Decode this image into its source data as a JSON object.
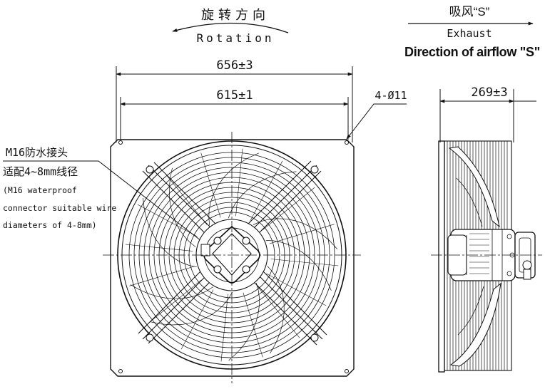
{
  "rotation": {
    "cn": "旋转方向",
    "en": "Rotation"
  },
  "airflow": {
    "cn": "吸风“S”",
    "exhaust": "Exhaust",
    "direction": "Direction of airflow \"S\""
  },
  "dimensions": {
    "overall_width": "656±3",
    "hole_spacing": "615±1",
    "mounting_holes": "4-Ø11",
    "depth": "269±3"
  },
  "connector": {
    "cn_line1": "M16防水接头",
    "cn_line2": "适配4~8mm线径",
    "en_line1": "(M16 waterproof",
    "en_line2": "connector suitable wire",
    "en_line3": "diameters of 4-8mm)"
  },
  "colors": {
    "line": "#111111",
    "background": "#ffffff"
  }
}
